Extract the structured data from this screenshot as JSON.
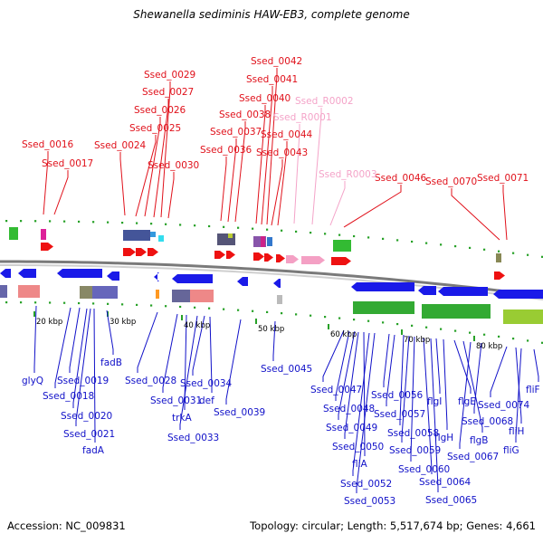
{
  "title": "Shewanella sediminis HAW-EB3, complete genome",
  "accession_text": "Accession: NC_009831",
  "topology_text": "Topology: circular; Length: 5,517,674 bp; Genes: 4,661",
  "colors": {
    "forward_label": "#e0101a",
    "rna_label": "#f4a3c8",
    "reverse_label": "#1010c8",
    "backbone": "#7a7a7a",
    "forward_arrow": "#ee1111",
    "reverse_arrow": "#1a1ae8",
    "rna_arrow": "#f4a0c4",
    "tick": "#27a127"
  },
  "scale_labels": [
    "20 kbp",
    "30 kbp",
    "40 kbp",
    "50 kbp",
    "60 kbp",
    "70 kbp",
    "80 kbp"
  ],
  "forward_labels": [
    "Ssed_0016",
    "Ssed_0017",
    "Ssed_0024",
    "Ssed_0025",
    "Ssed_0026",
    "Ssed_0027",
    "Ssed_0029",
    "Ssed_0030",
    "Ssed_0036",
    "Ssed_0037",
    "Ssed_0038",
    "Ssed_0040",
    "Ssed_0041",
    "Ssed_0042",
    "Ssed_0043",
    "Ssed_0044",
    "Ssed_0046",
    "Ssed_0070",
    "Ssed_0071"
  ],
  "rna_labels": [
    "Ssed_R0001",
    "Ssed_R0002",
    "Ssed_R0003"
  ],
  "reverse_labels": [
    "glyQ",
    "Ssed_0018",
    "Ssed_0019",
    "Ssed_0020",
    "Ssed_0021",
    "fadA",
    "fadB",
    "Ssed_0028",
    "Ssed_0031",
    "trkA",
    "Ssed_0033",
    "Ssed_0034",
    "def",
    "Ssed_0039",
    "Ssed_0045",
    "Ssed_0047",
    "Ssed_0048",
    "Ssed_0049",
    "Ssed_0050",
    "fliA",
    "Ssed_0052",
    "Ssed_0053",
    "Ssed_0056",
    "Ssed_0057",
    "Ssed_0058",
    "Ssed_0059",
    "Ssed_0060",
    "Ssed_0064",
    "Ssed_0065",
    "flgI",
    "flgH",
    "flgE",
    "flgB",
    "Ssed_0067",
    "Ssed_0068",
    "Ssed_0074",
    "fliH",
    "fliG",
    "fliF"
  ]
}
